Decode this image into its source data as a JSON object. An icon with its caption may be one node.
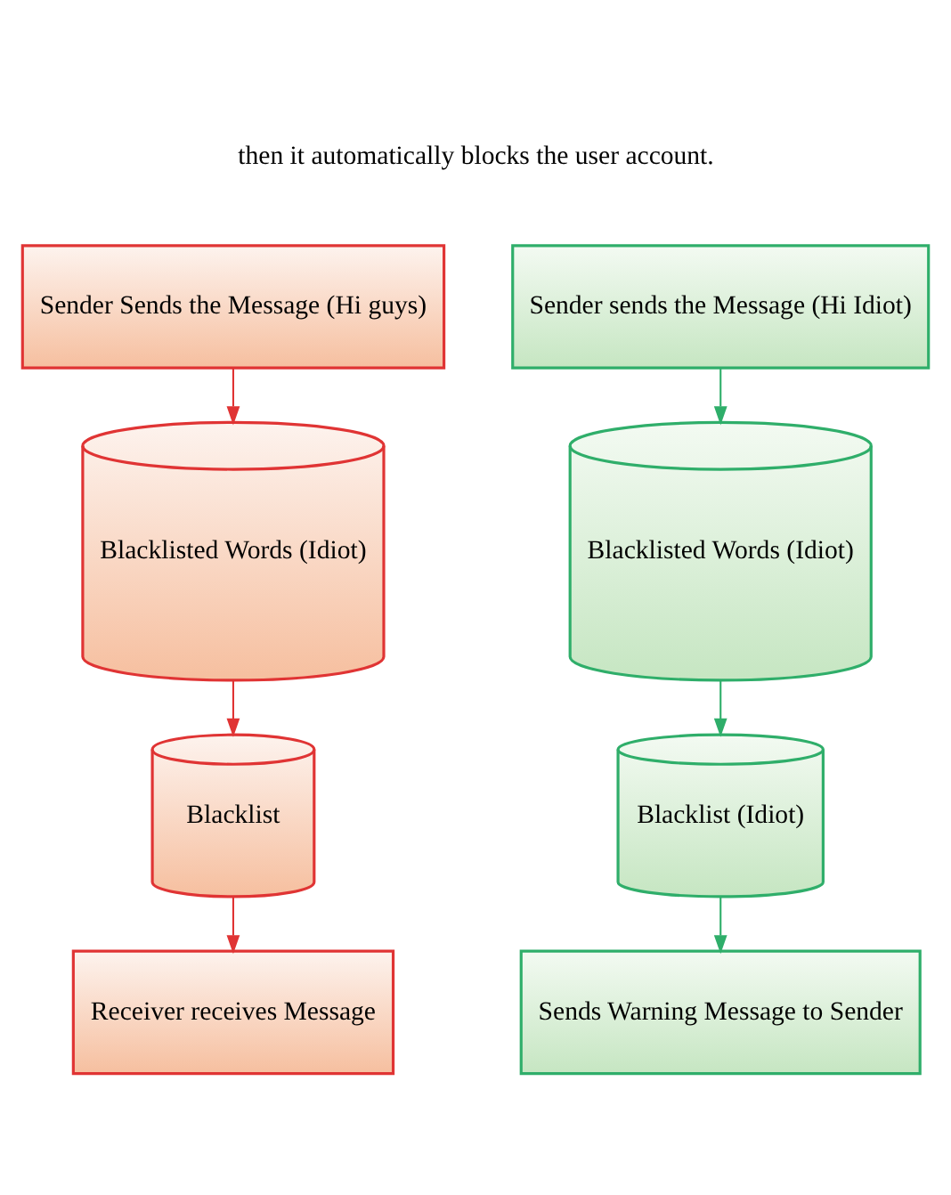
{
  "diagram": {
    "nodes": [
      {
        "text": [
          "Sender Sends the Message (Hi guys)"
        ]
      },
      {
        "text": [
          "Blacklisted Words (Idiot)"
        ]
      },
      {
        "text": [
          "Blacklist"
        ]
      },
      {
        "text": [
          "Receiver receives Message"
        ]
      },
      {
        "text": [
          "Sender sends the Message (Hi Idiot)"
        ]
      },
      {
        "text": [
          "Blacklisted Words (Idiot)"
        ]
      },
      {
        "text": [
          "Blacklist (Idiot)"
        ]
      },
      {
        "text": [
          "Sends Warning Message to Sender"
        ]
      }
    ],
    "edges": [
      {
        "from": 0,
        "to": 1,
        "arrow": "to",
        "color": "#e03434"
      },
      {
        "from": 1,
        "to": 2,
        "arrow": "to",
        "color": "#e03434"
      },
      {
        "from": 2,
        "to": 3,
        "arrow": "to",
        "color": "#e03434"
      },
      {
        "from": 4,
        "to": 5,
        "arrow": "to",
        "color": "#2fae6a"
      },
      {
        "from": 5,
        "to": 6,
        "arrow": "to",
        "color": "#2fae6a"
      },
      {
        "from": 6,
        "to": 7,
        "arrow": "to",
        "color": "#2fae6a"
      }
    ],
    "labels": [
      "then it automatically blocks the user account."
    ]
  }
}
